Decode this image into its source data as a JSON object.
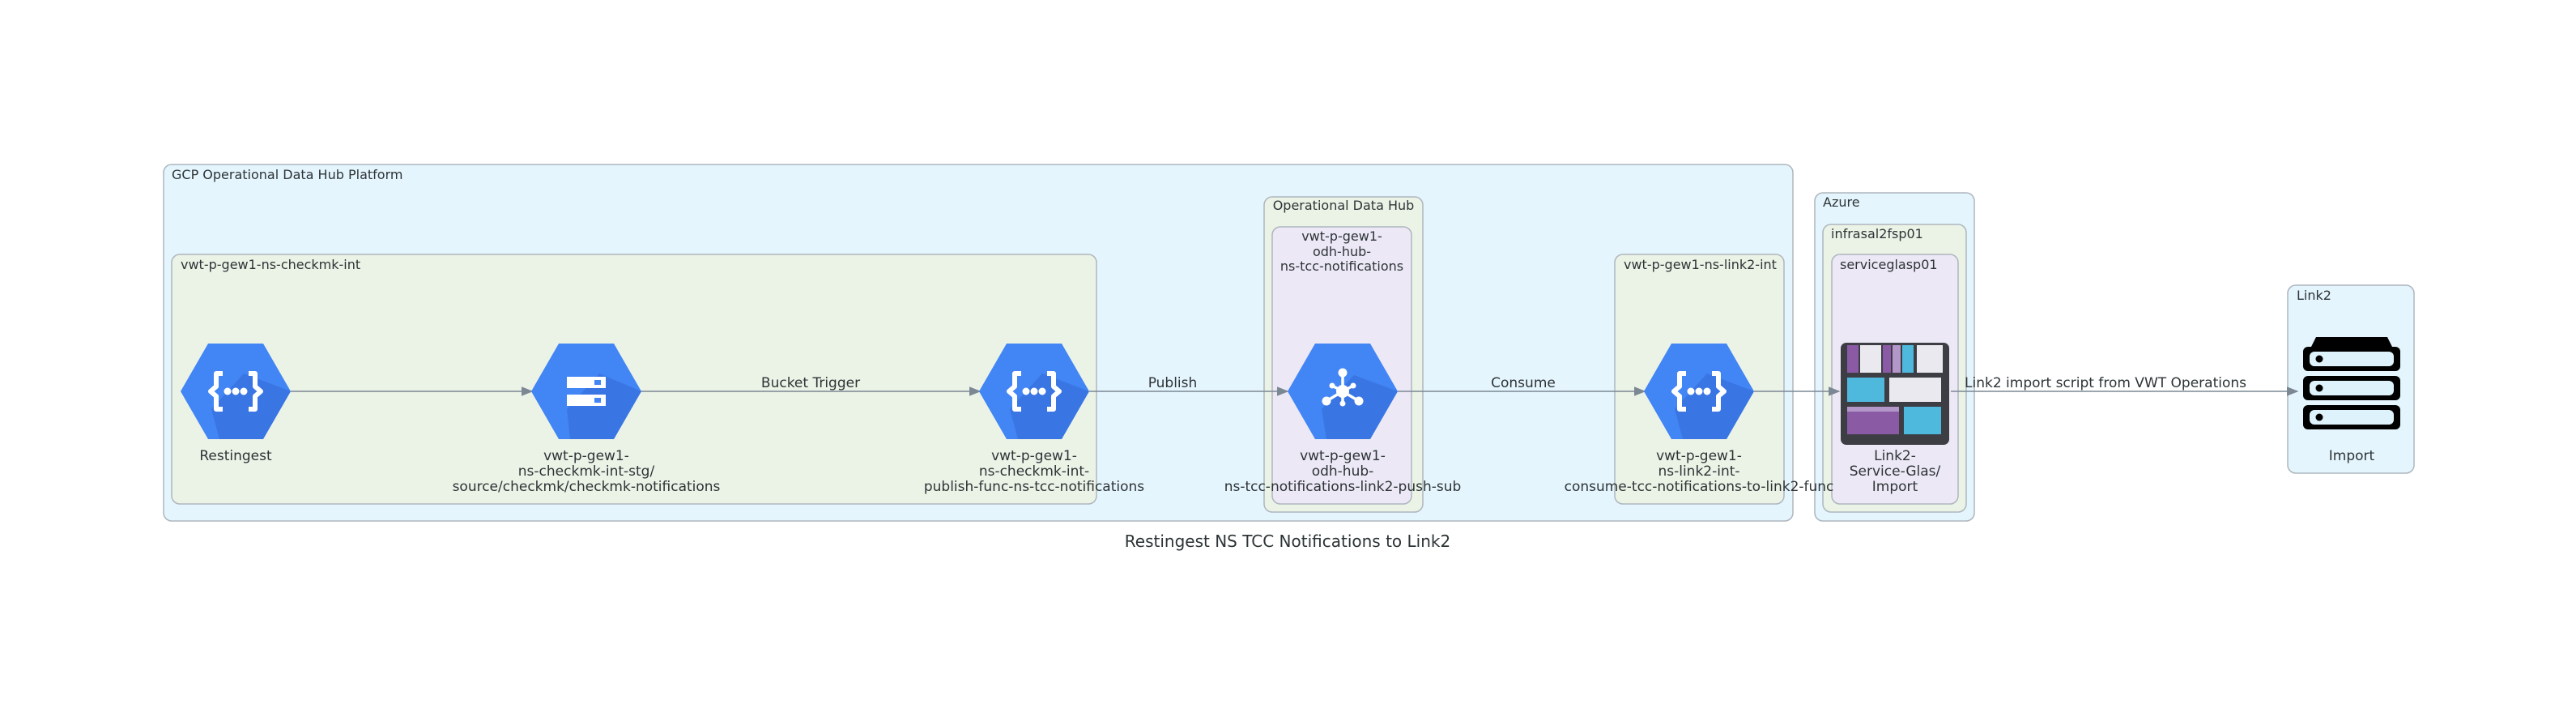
{
  "diagram": {
    "title": "Restingest NS TCC Notifications to Link2",
    "colors": {
      "gcp_cluster_fill": "#E5F5FD",
      "gcp_cluster_stroke": "#AEB6BE",
      "project_fill": "#EBF3E7",
      "odh_fill": "#EBF3E7",
      "topic_fill": "#ECE8F6",
      "hexagon_blue": "#4285F4",
      "hexagon_shadow": "#3367D6",
      "edge": "#7B8894",
      "text": "#2D3436"
    },
    "clusters": {
      "gcp": "GCP Operational Data Hub Platform",
      "checkmk": "vwt-p-gew1-ns-checkmk-int",
      "odh": "Operational Data Hub",
      "odh_topic": [
        "vwt-p-gew1-",
        "odh-hub-",
        "ns-tcc-notifications"
      ],
      "link2_int": "vwt-p-gew1-ns-link2-int",
      "azure": "Azure",
      "infra": "infrasal2fsp01",
      "serviceglas": "serviceglasp01",
      "link2": "Link2"
    },
    "nodes": {
      "restingest": {
        "icon": "cloud-functions-icon",
        "label": [
          "Restingest"
        ]
      },
      "bucket": {
        "icon": "cloud-storage-icon",
        "label": [
          "vwt-p-gew1-",
          "ns-checkmk-int-stg/",
          "source/checkmk/checkmk-notifications"
        ]
      },
      "publish_func": {
        "icon": "cloud-functions-icon",
        "label": [
          "vwt-p-gew1-",
          "ns-checkmk-int-",
          "publish-func-ns-tcc-notifications"
        ]
      },
      "pubsub": {
        "icon": "pubsub-icon",
        "label": [
          "vwt-p-gew1-",
          "odh-hub-",
          "ns-tcc-notifications-link2-push-sub"
        ]
      },
      "consume_func": {
        "icon": "cloud-functions-icon",
        "label": [
          "vwt-p-gew1-",
          "ns-link2-int-",
          "consume-tcc-notifications-to-link2-func"
        ]
      },
      "servicebus": {
        "icon": "service-bus-icon",
        "label": [
          "Link2-",
          "Service-Glas/",
          "Import"
        ]
      },
      "import": {
        "icon": "server-stack-icon",
        "label": [
          "Import"
        ]
      }
    },
    "edges": {
      "restingest_to_bucket": "",
      "bucket_to_publish": "Bucket Trigger",
      "publish_to_pubsub": "Publish",
      "pubsub_to_consume": "Consume",
      "consume_to_servicebus": "",
      "servicebus_to_import": "Link2 import script from VWT Operations"
    }
  }
}
